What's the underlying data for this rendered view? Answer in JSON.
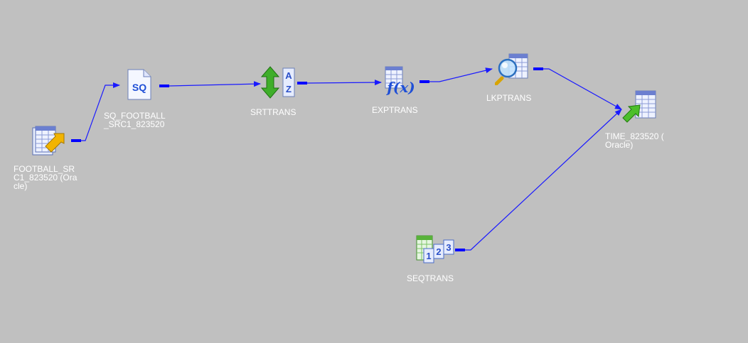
{
  "canvas": {
    "background": "#c0c0c0",
    "link_color": "#1a1aff",
    "label_color": "#ffffff"
  },
  "nodes": {
    "source": {
      "label": "FOOTBALL_SR\nC1_823520 (Ora\ncle)",
      "icon": "source-table-icon"
    },
    "sq": {
      "label": "SQ_FOOTBALL\n_SRC1_823520",
      "icon": "source-qualifier-icon",
      "badge": "SQ"
    },
    "sorter": {
      "label": "SRTTRANS",
      "icon": "sorter-icon",
      "glyph_a": "A",
      "glyph_z": "Z"
    },
    "expression": {
      "label": "EXPTRANS",
      "icon": "expression-icon",
      "glyph": "f(x)"
    },
    "lookup": {
      "label": "LKPTRANS",
      "icon": "lookup-icon"
    },
    "target": {
      "label": "TIME_823520 (\nOracle)",
      "icon": "target-table-icon"
    },
    "sequence": {
      "label": "SEQTRANS",
      "icon": "sequence-generator-icon",
      "digits": [
        "1",
        "2",
        "3"
      ]
    }
  }
}
